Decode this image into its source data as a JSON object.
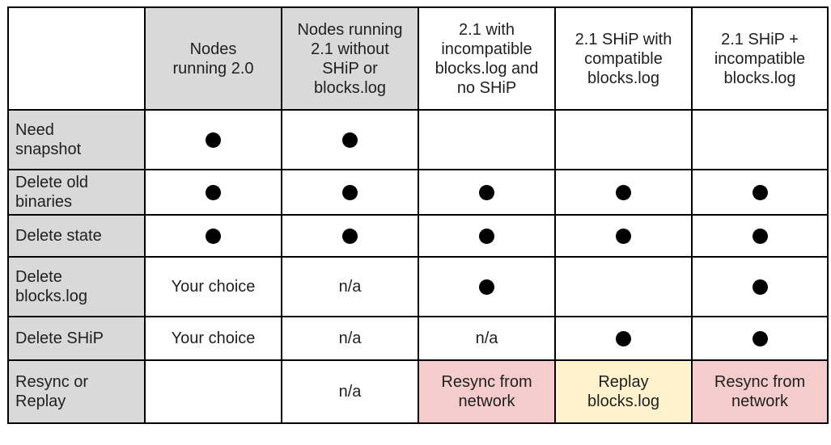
{
  "header": {
    "corner": "",
    "columns": [
      "Nodes running 2.0",
      "Nodes running 2.1 without SHiP or blocks.log",
      "2.1 with incompatible blocks.log and no SHiP",
      "2.1 SHiP with compatible blocks.log",
      "2.1 SHiP + incompatible blocks.log"
    ],
    "shaded_columns": [
      0,
      1
    ],
    "colors": {
      "header_shade": "#d9d9d9",
      "resync": "#f4cccc",
      "replay": "#fff2cc",
      "dot": "#000000"
    }
  },
  "rows": [
    {
      "label": "Need snapshot",
      "cells": [
        {
          "type": "dot"
        },
        {
          "type": "dot"
        },
        {
          "type": "empty"
        },
        {
          "type": "empty"
        },
        {
          "type": "empty"
        }
      ]
    },
    {
      "label": "Delete old binaries",
      "cells": [
        {
          "type": "dot"
        },
        {
          "type": "dot"
        },
        {
          "type": "dot"
        },
        {
          "type": "dot"
        },
        {
          "type": "dot"
        }
      ]
    },
    {
      "label": "Delete state",
      "cells": [
        {
          "type": "dot"
        },
        {
          "type": "dot"
        },
        {
          "type": "dot"
        },
        {
          "type": "dot"
        },
        {
          "type": "dot"
        }
      ]
    },
    {
      "label": "Delete blocks.log",
      "cells": [
        {
          "type": "text",
          "text": "Your choice"
        },
        {
          "type": "text",
          "text": "n/a"
        },
        {
          "type": "dot"
        },
        {
          "type": "empty"
        },
        {
          "type": "dot"
        }
      ]
    },
    {
      "label": "Delete SHiP",
      "cells": [
        {
          "type": "text",
          "text": "Your choice"
        },
        {
          "type": "text",
          "text": "n/a"
        },
        {
          "type": "text",
          "text": "n/a"
        },
        {
          "type": "dot"
        },
        {
          "type": "dot"
        }
      ]
    },
    {
      "label": "Resync or Replay",
      "cells": [
        {
          "type": "empty"
        },
        {
          "type": "text",
          "text": "n/a"
        },
        {
          "type": "text",
          "text": "Resync from network",
          "color": "#f4cccc"
        },
        {
          "type": "text",
          "text": "Replay blocks.log",
          "color": "#fff2cc"
        },
        {
          "type": "text",
          "text": "Resync from network",
          "color": "#f4cccc"
        }
      ]
    }
  ]
}
